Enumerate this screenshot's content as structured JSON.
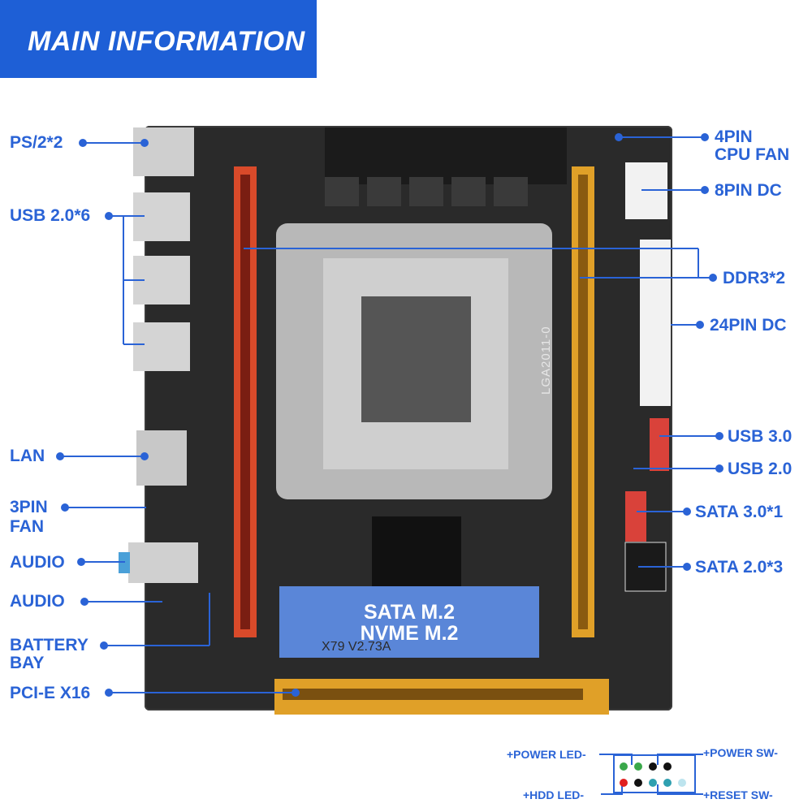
{
  "banner": {
    "title": "MAIN INFORMATION"
  },
  "labels_left": {
    "ps2": "PS/2*2",
    "usb20x6": "USB 2.0*6",
    "lan": "LAN",
    "fan3_line1": "3PIN",
    "fan3_line2": "FAN",
    "audio1": "AUDIO",
    "audio2": "AUDIO",
    "battery_line1": "BATTERY",
    "battery_line2": "BAY",
    "pcie": "PCI-E X16"
  },
  "labels_right": {
    "cpufan_line1": "4PIN",
    "cpufan_line2": "CPU FAN",
    "dc8": "8PIN DC",
    "ddr3": "DDR3*2",
    "dc24": "24PIN DC",
    "usb30": "USB 3.0",
    "usb20": "USB 2.0",
    "sata30": "SATA 3.0*1",
    "sata20": "SATA 2.0*3"
  },
  "board": {
    "socket": "LGA2011-0",
    "m2_line1": "SATA M.2",
    "m2_line2": "NVME M.2",
    "model": "X79  V2.73A"
  },
  "front_panel": {
    "power_led": "+POWER LED-",
    "power_sw": "+POWER SW-",
    "hdd_led": "+HDD LED-",
    "reset_sw": "+RESET SW-"
  },
  "colors": {
    "accent": "#2a63d6",
    "banner": "#1e5fd6",
    "ddr_red": "#d94a2a",
    "ddr_yellow": "#e0a028"
  }
}
